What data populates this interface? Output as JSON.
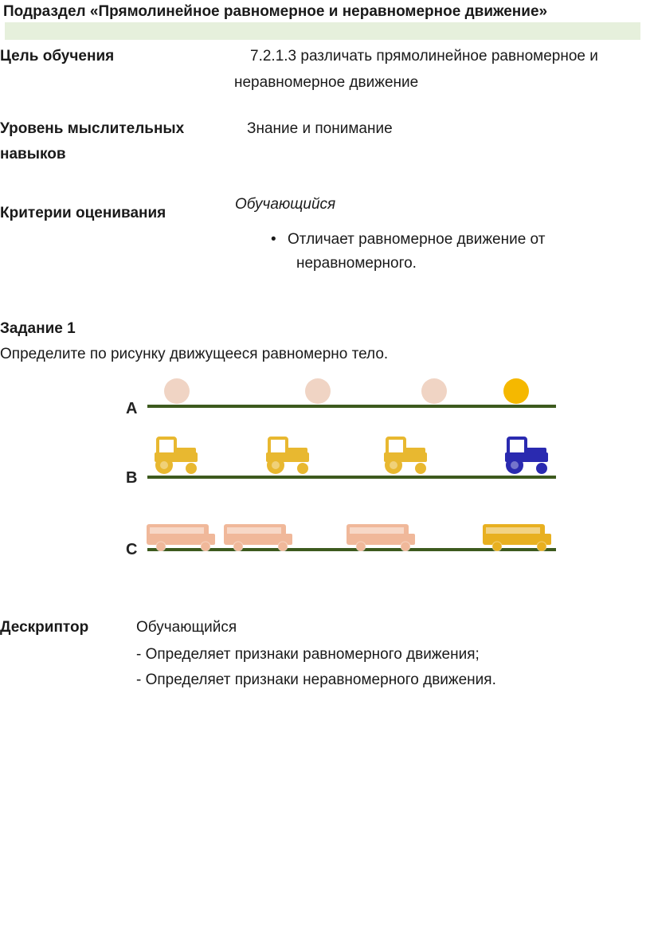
{
  "subsection_title": "Подраздел «Прямолинейное равномерное и неравномерное движение»",
  "objective": {
    "label": "Цель обучения",
    "value_line1": "7.2.1.3 различать прямолинейное равномерное и",
    "value_line2": "неравномерное движение"
  },
  "thinking_level": {
    "label_line1": "Уровень мыслительных",
    "label_line2": "навыков",
    "value": "Знание и понимание"
  },
  "criteria": {
    "label": "Критерии оценивания",
    "learner": "Обучающийся",
    "bullet_line1": "Отличает равномерное движение от",
    "bullet_line2": "неравномерного."
  },
  "task": {
    "title": "Задание 1",
    "text": "Определите по рисунку движущееся равномерно тело."
  },
  "figure": {
    "rows": [
      {
        "label": "A",
        "object": "ball"
      },
      {
        "label": "B",
        "object": "tractor"
      },
      {
        "label": "C",
        "object": "bus"
      }
    ],
    "colors": {
      "ground": "#3d5a1e",
      "ball_faded": "#f0d4c4",
      "ball_final": "#f5b800",
      "tractor_faded": "#e8b830",
      "tractor_final": "#2a2ab0",
      "bus_faded": "#f0b89a",
      "bus_final": "#e8b020"
    }
  },
  "descriptor": {
    "label": "Дескриптор",
    "learner": "Обучающийся",
    "item1": "- Определяет признаки равномерного движения;",
    "item2": "- Определяет признаки неравномерного движения."
  }
}
